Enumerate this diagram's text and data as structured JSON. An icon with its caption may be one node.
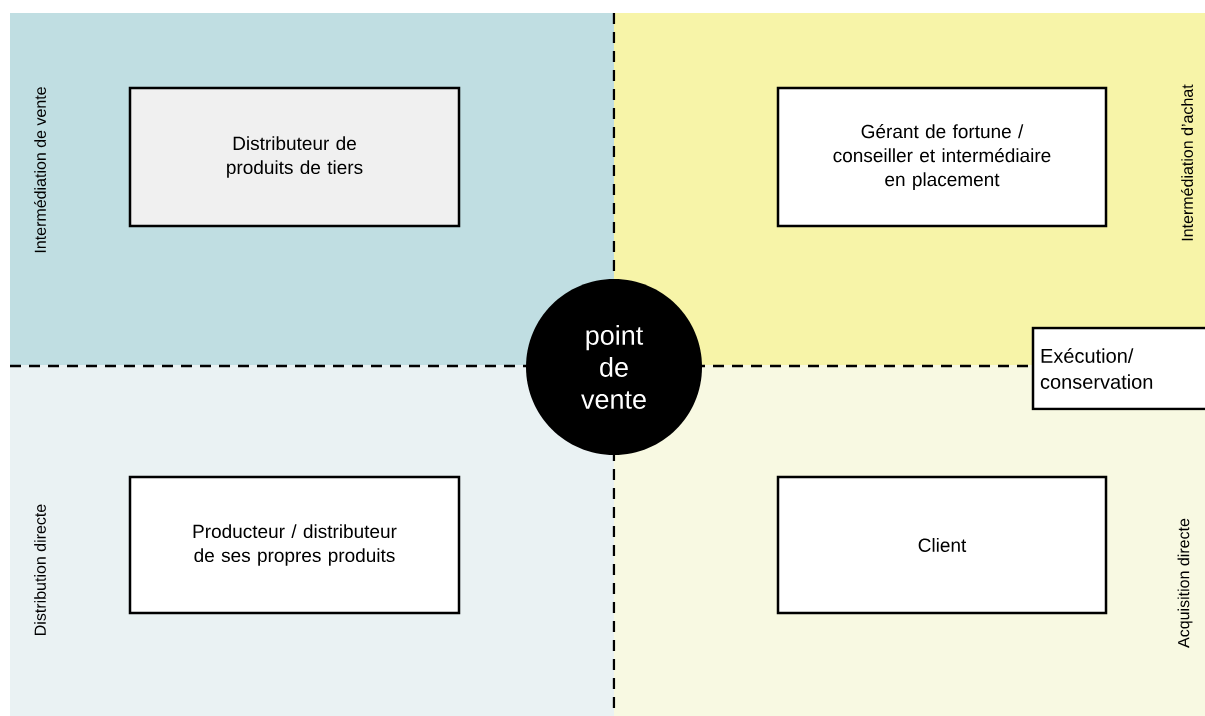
{
  "diagram": {
    "nodes": [
      {
        "text": [
          "Intermédiation de vente"
        ]
      },
      {
        "text": [
          "Distributeur de produits de tiers"
        ],
        "in": 0
      },
      {
        "text": [
          "Intermédiation d’achat"
        ]
      },
      {
        "text": [
          "Gérant de fortune / conseiller et intermédiaire en placement"
        ],
        "in": 2
      },
      {
        "text": [
          "point de vente"
        ]
      },
      {
        "text": [
          "Exécution/ conservation"
        ]
      },
      {
        "text": [
          "Distribution directe"
        ]
      },
      {
        "text": [
          "Producteur / distributeur de ses propres produits"
        ],
        "in": 6
      },
      {
        "text": [
          "Acquisition directe"
        ]
      },
      {
        "text": [
          "Client"
        ],
        "in": 8
      }
    ]
  }
}
